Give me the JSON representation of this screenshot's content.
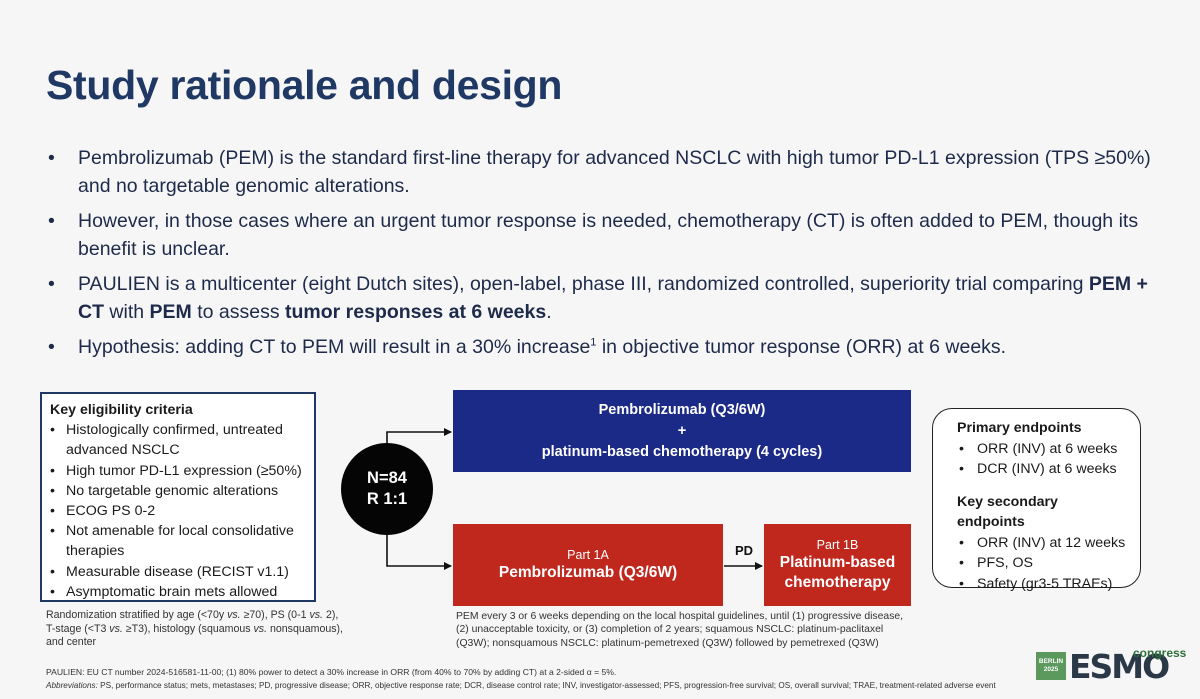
{
  "title": "Study rationale and design",
  "bullets": {
    "b1": "Pembrolizumab (PEM) is the standard first-line therapy for advanced NSCLC with high tumor PD-L1 expression (TPS ≥50%) and no targetable genomic alterations.",
    "b2": "However, in those cases where an urgent tumor response is needed, chemotherapy (CT) is often added to PEM, though its benefit is unclear.",
    "b3": {
      "part1": "PAULIEN is a multicenter (eight Dutch sites), open-label, phase III, randomized controlled, superiority trial comparing ",
      "bold1": "PEM + CT",
      "part2": " with ",
      "bold2": "PEM",
      "part3": " to assess ",
      "bold3": "tumor responses at 6 weeks",
      "part4": "."
    },
    "b4": {
      "part1": "Hypothesis: adding CT to PEM will result in a 30% increase",
      "sup": "1",
      "part2": " in objective tumor response (ORR) at 6 weeks."
    }
  },
  "eligibility": {
    "header": "Key eligibility criteria",
    "items": [
      "Histologically confirmed, untreated advanced NSCLC",
      "High tumor PD-L1 expression (≥50%)",
      "No targetable genomic alterations",
      "ECOG PS 0-2",
      "Not amenable for local consolidative therapies",
      "Measurable disease (RECIST v1.1)",
      "Asymptomatic brain mets allowed"
    ]
  },
  "stratification": {
    "t1": "Randomization stratified by age (<70y ",
    "vs1": "vs.",
    "t2": " ≥70), PS (0-1 ",
    "vs2": "vs.",
    "t3": " 2), T-stage (<T3 ",
    "vs3": "vs.",
    "t4": " ≥T3), histology (squamous ",
    "vs4": "vs.",
    "t5": " nonsquamous), and center"
  },
  "randomization": {
    "n": "N=84",
    "ratio": "R 1:1"
  },
  "arms": {
    "combo": {
      "line1": "Pembrolizumab (Q3/6W)",
      "plus": "+",
      "line2": "platinum-based chemotherapy (4 cycles)"
    },
    "part1a": {
      "label": "Part 1A",
      "name": "Pembrolizumab (Q3/6W)"
    },
    "transition": "PD",
    "part1b": {
      "label": "Part 1B",
      "name": "Platinum-based chemotherapy"
    }
  },
  "pem_note": "PEM every 3 or 6 weeks depending on the local hospital guidelines, until (1) progressive disease, (2) unacceptable toxicity, or (3) completion of 2 years; squamous NSCLC: platinum-paclitaxel (Q3W); nonsquamous NSCLC: platinum-pemetrexed (Q3W) followed by pemetrexed (Q3W)",
  "endpoints": {
    "primary_header": "Primary endpoints",
    "primary": [
      "ORR (INV) at 6 weeks",
      "DCR (INV) at 6 weeks"
    ],
    "secondary_header": "Key secondary endpoints",
    "secondary": [
      "ORR (INV) at 12 weeks",
      "PFS, OS",
      "Safety (gr3-5 TRAEs)"
    ]
  },
  "footnote1": "PAULIEN: EU CT number 2024-516581-11-00; (1) 80% power to detect a 30% increase in ORR (from 40% to 70% by adding CT) at a 2-sided α = 5%.",
  "footnote2_label": "Abbreviations:",
  "footnote2_text": " PS, performance status; mets, metastases; PD, progressive disease; ORR, objective response rate; DCR, disease control rate; INV, investigator-assessed; PFS, progression-free survival; OS, overall survival; TRAE, treatment-related adverse event",
  "logo": {
    "city1": "BERLIN",
    "city2": "2025",
    "brand": "ESMO",
    "suffix": "congress"
  },
  "colors": {
    "navy": "#1b2a87",
    "red": "#c0281e",
    "title": "#1f3864"
  }
}
